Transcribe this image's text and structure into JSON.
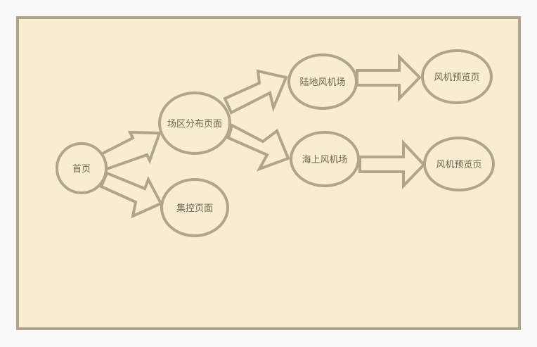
{
  "diagram": {
    "colors": {
      "background": "#f9f9f9",
      "panel_fill": "#f8edce",
      "stroke": "#b0a48b",
      "text": "#6b6556"
    },
    "nodes": [
      {
        "id": "home",
        "label": "首页"
      },
      {
        "id": "field-distribution",
        "label": "场区分布页面"
      },
      {
        "id": "central-control",
        "label": "集控页面"
      },
      {
        "id": "onshore-farm",
        "label": "陆地风机场"
      },
      {
        "id": "offshore-farm",
        "label": "海上风机场"
      },
      {
        "id": "turbine-preview-1",
        "label": "风机预览页"
      },
      {
        "id": "turbine-preview-2",
        "label": "风机预览页"
      }
    ],
    "edges": [
      {
        "from": "home",
        "to": "field-distribution"
      },
      {
        "from": "home",
        "to": "central-control"
      },
      {
        "from": "field-distribution",
        "to": "onshore-farm"
      },
      {
        "from": "field-distribution",
        "to": "offshore-farm"
      },
      {
        "from": "onshore-farm",
        "to": "turbine-preview-1"
      },
      {
        "from": "offshore-farm",
        "to": "turbine-preview-2"
      }
    ]
  }
}
